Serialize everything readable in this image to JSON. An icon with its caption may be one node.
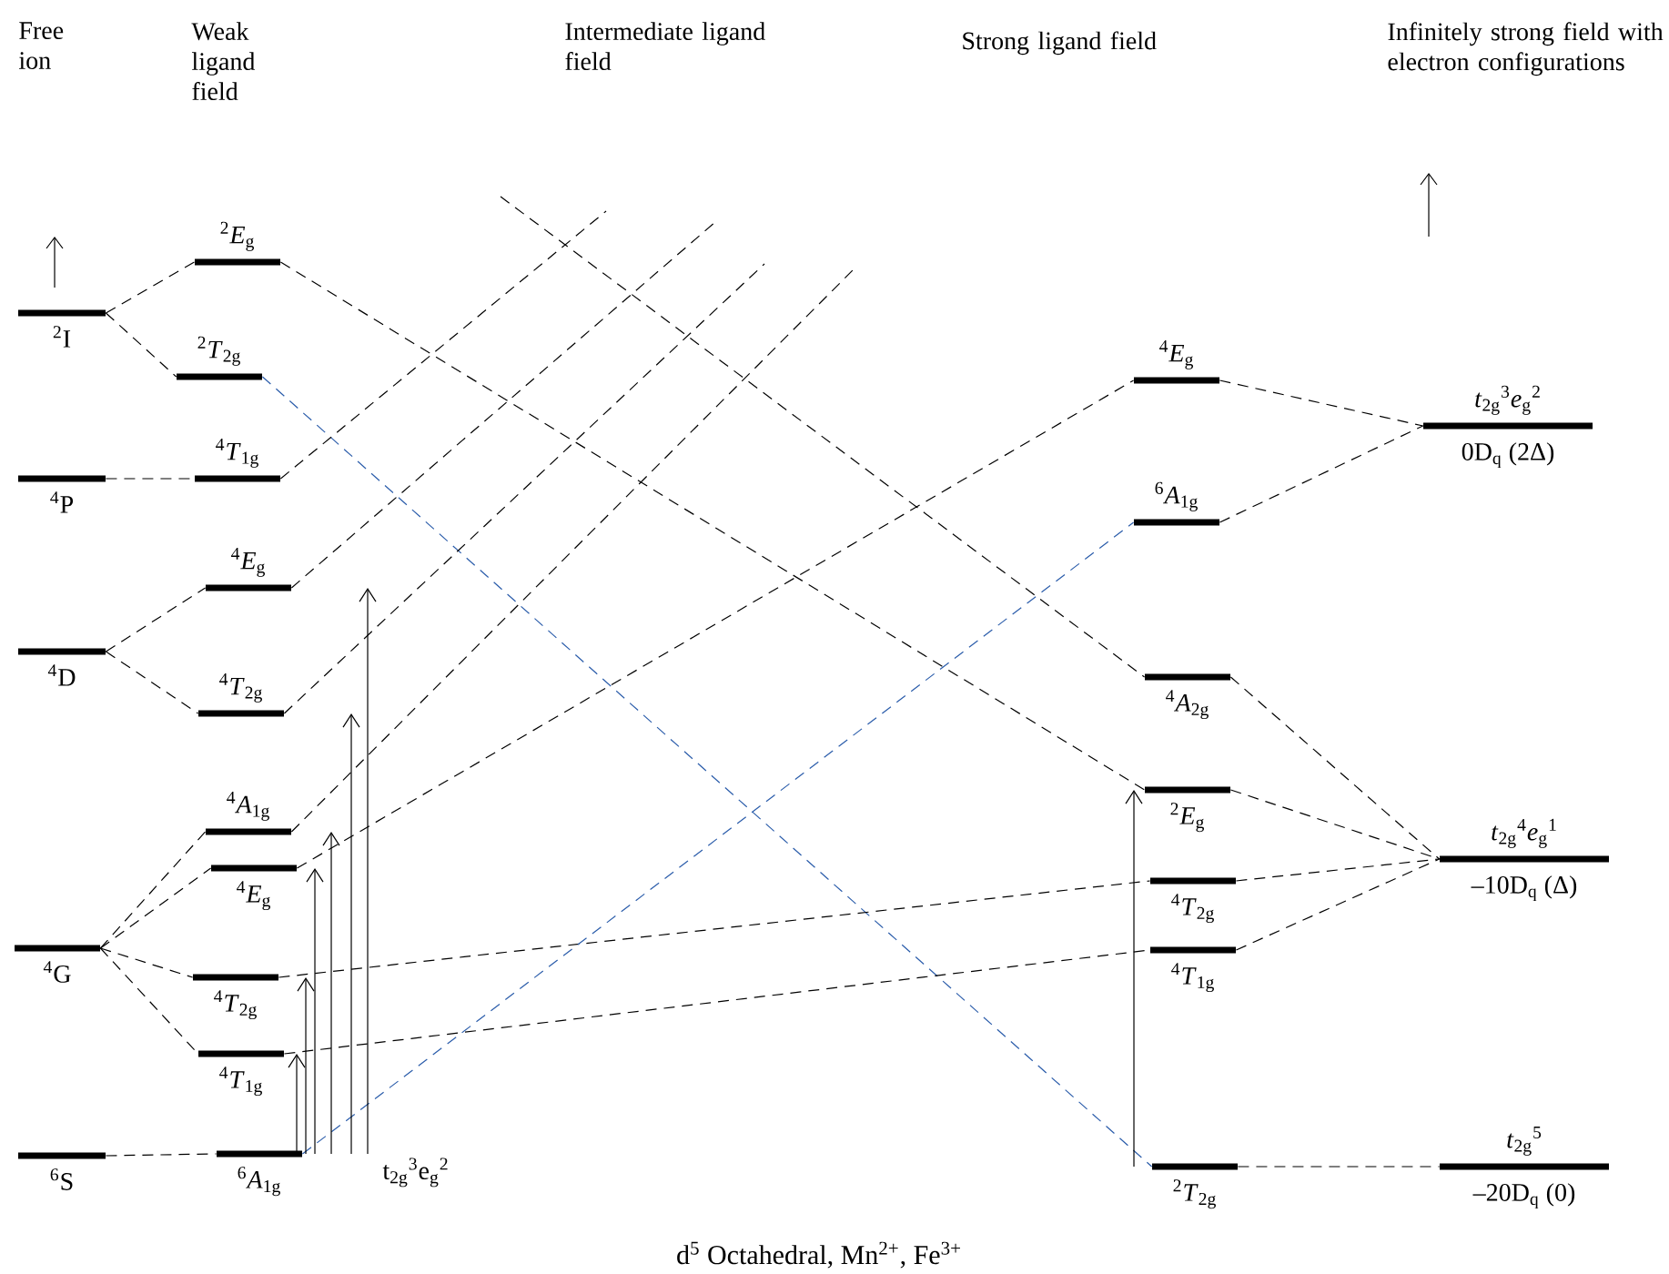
{
  "diagram": {
    "caption": "d$^{5}$ Octahedral, Mn$^{2+}$, Fe$^{3+}$",
    "nodes": [
      {
        "text": [
          "$^{2}$I"
        ]
      },
      {
        "text": [
          "$^{4}$P"
        ]
      },
      {
        "text": [
          "$^{4}$D"
        ]
      },
      {
        "text": [
          "$^{4}$G"
        ]
      },
      {
        "text": [
          "$^{6}$S"
        ]
      },
      {
        "text": [
          "$^{2}$*E*$_{g}$"
        ]
      },
      {
        "text": [
          "$^{2}$*T*$_{2g}$"
        ]
      },
      {
        "text": [
          "$^{4}$*T*$_{1g}$"
        ]
      },
      {
        "text": [
          "$^{4}$*E*$_{g}$"
        ]
      },
      {
        "text": [
          "$^{4}$*T*$_{2g}$"
        ]
      },
      {
        "text": [
          "$^{4}$*A*$_{1g}$"
        ]
      },
      {
        "text": [
          "$^{4}$*E*$_{g}$"
        ]
      },
      {
        "text": [
          "$^{4}$*T*$_{2g}$"
        ]
      },
      {
        "text": [
          "$^{4}$*T*$_{1g}$"
        ]
      },
      {
        "text": [
          "$^{6}$*A*$_{1g}$"
        ]
      },
      {
        "text": [
          "$^{4}$*E*$_{g}$"
        ]
      },
      {
        "text": [
          "$^{6}$*A*$_{1g}$"
        ]
      },
      {
        "text": [
          "$^{4}$*A*$_{2g}$"
        ]
      },
      {
        "text": [
          "$^{2}$*E*$_{g}$"
        ]
      },
      {
        "text": [
          "$^{4}$*T*$_{2g}$"
        ]
      },
      {
        "text": [
          "$^{4}$*T*$_{1g}$"
        ]
      },
      {
        "text": [
          "$^{2}$*T*$_{2g}$"
        ]
      },
      {
        "text": [
          "*t*$_{2g}$$^{3}$*e*$_{g}$$^{2}$"
        ],
        "beside": [
          "0D$_{q}$ (2Δ)"
        ]
      },
      {
        "text": [
          "*t*$_{2g}$$^{4}$*e*$_{g}$$^{1}$"
        ],
        "beside": [
          "–10D$_{q}$ (Δ)"
        ]
      },
      {
        "text": [
          "*t*$_{2g}$$^{5}$"
        ],
        "beside": [
          "–20D$_{q}$ (0)"
        ]
      }
    ],
    "edges": [
      {
        "from": 0,
        "to": 5,
        "arrow": "none",
        "style": "dashed"
      },
      {
        "from": 0,
        "to": 6,
        "arrow": "none",
        "style": "dashed"
      },
      {
        "from": 1,
        "to": 7,
        "arrow": "none",
        "style": "dashed"
      },
      {
        "from": 2,
        "to": 8,
        "arrow": "none",
        "style": "dashed"
      },
      {
        "from": 2,
        "to": 9,
        "arrow": "none",
        "style": "dashed"
      },
      {
        "from": 3,
        "to": 10,
        "arrow": "none",
        "style": "dashed"
      },
      {
        "from": 3,
        "to": 11,
        "arrow": "none",
        "style": "dashed"
      },
      {
        "from": 3,
        "to": 12,
        "arrow": "none",
        "style": "dashed"
      },
      {
        "from": 3,
        "to": 13,
        "arrow": "none",
        "style": "dashed"
      },
      {
        "from": 4,
        "to": 14,
        "arrow": "none",
        "style": "dashed"
      },
      {
        "from": 5,
        "to": 18,
        "arrow": "none",
        "style": "dashed"
      },
      {
        "from": 6,
        "to": 21,
        "arrow": "none",
        "style": "dashed",
        "color": "#2a5caa"
      },
      {
        "from": 7,
        "to": null,
        "arrow": "none",
        "style": "dashed"
      },
      {
        "from": 8,
        "to": null,
        "arrow": "none",
        "style": "dashed"
      },
      {
        "from": 9,
        "to": null,
        "arrow": "none",
        "style": "dashed"
      },
      {
        "from": 10,
        "to": null,
        "arrow": "none",
        "style": "dashed"
      },
      {
        "from": null,
        "to": 17,
        "arrow": "none",
        "style": "dashed"
      },
      {
        "from": 11,
        "to": 15,
        "arrow": "none",
        "style": "dashed"
      },
      {
        "from": 12,
        "to": 19,
        "arrow": "none",
        "style": "dashed"
      },
      {
        "from": 13,
        "to": 20,
        "arrow": "none",
        "style": "dashed"
      },
      {
        "from": 14,
        "to": 16,
        "arrow": "none",
        "style": "dashed",
        "color": "#2a5caa"
      },
      {
        "from": 15,
        "to": 22,
        "arrow": "none",
        "style": "dashed"
      },
      {
        "from": 16,
        "to": 22,
        "arrow": "none",
        "style": "dashed"
      },
      {
        "from": 17,
        "to": 23,
        "arrow": "none",
        "style": "dashed"
      },
      {
        "from": 18,
        "to": 23,
        "arrow": "none",
        "style": "dashed"
      },
      {
        "from": 19,
        "to": 23,
        "arrow": "none",
        "style": "dashed"
      },
      {
        "from": 20,
        "to": 23,
        "arrow": "none",
        "style": "dashed"
      },
      {
        "from": 21,
        "to": 24,
        "arrow": "none",
        "style": "dashed"
      },
      {
        "from": 14,
        "to": 13,
        "arrow": "to"
      },
      {
        "from": 14,
        "to": 12,
        "arrow": "to"
      },
      {
        "from": 14,
        "to": 11,
        "arrow": "to"
      },
      {
        "from": 14,
        "to": 10,
        "arrow": "to"
      },
      {
        "from": 14,
        "to": 9,
        "arrow": "to"
      },
      {
        "from": 14,
        "to": 8,
        "arrow": "to"
      },
      {
        "from": 21,
        "to": 18,
        "arrow": "to"
      }
    ],
    "labels": [
      "Free ion",
      "Weak ligand field",
      "Intermediate ligand field",
      "Strong ligand field",
      "Infinitely strong field with electron configurations",
      "t$_{2g}$$^{3}$e$_{g}$$^{2}$"
    ]
  }
}
